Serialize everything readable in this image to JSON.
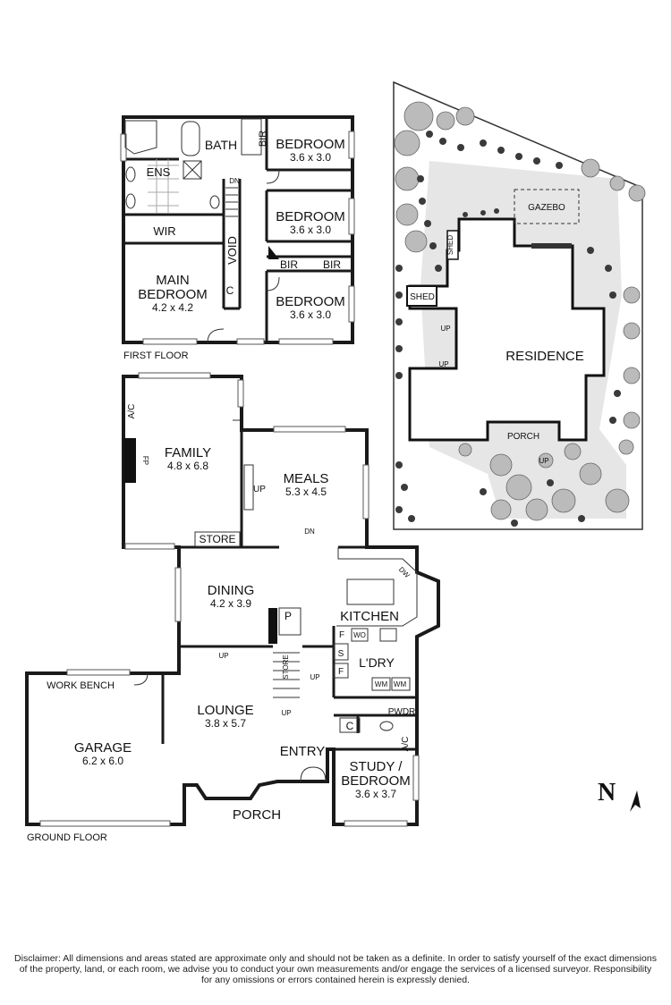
{
  "first_floor": {
    "caption": "FIRST FLOOR",
    "rooms": [
      {
        "name": "BEDROOM",
        "dims": "3.6 x 3.0"
      },
      {
        "name": "BEDROOM",
        "dims": "3.6 x 3.0"
      },
      {
        "name": "BEDROOM",
        "dims": "3.6 x 3.0"
      },
      {
        "name": "MAIN BEDROOM",
        "line1": "MAIN",
        "line2": "BEDROOM",
        "dims": "4.2 x 4.2"
      }
    ],
    "labels": {
      "bath": "BATH",
      "ens": "ENS",
      "wir": "WIR",
      "void": "VOID",
      "bir": "BIR",
      "c": "C",
      "dn": "DN"
    }
  },
  "ground_floor": {
    "caption": "GROUND FLOOR",
    "rooms": {
      "family": {
        "name": "FAMILY",
        "dims": "4.8 x 6.8"
      },
      "meals": {
        "name": "MEALS",
        "dims": "5.3 x 4.5"
      },
      "dining": {
        "name": "DINING",
        "dims": "4.2 x 3.9"
      },
      "kitchen": {
        "name": "KITCHEN"
      },
      "lounge": {
        "name": "LOUNGE",
        "dims": "3.8 x 5.7"
      },
      "garage": {
        "name": "GARAGE",
        "dims": "6.2 x 6.0"
      },
      "study": {
        "line1": "STUDY /",
        "line2": "BEDROOM",
        "dims": "3.6 x 3.7"
      },
      "laundry": {
        "name": "L'DRY"
      },
      "entry": {
        "name": "ENTRY"
      },
      "porch": {
        "name": "PORCH"
      }
    },
    "labels": {
      "store": "STORE",
      "work_bench": "WORK BENCH",
      "ac": "A/C",
      "fp": "FP",
      "up": "UP",
      "dn": "DN",
      "dw": "DW",
      "p": "P",
      "f": "F",
      "wo": "WO",
      "s": "S",
      "wm": "WM",
      "pwdr": "PWDR",
      "c": "C"
    }
  },
  "site_plan": {
    "residence": "RESIDENCE",
    "gazebo": "GAZEBO",
    "shed": "SHED",
    "porch": "PORCH",
    "up": "UP"
  },
  "north_label": "N",
  "disclaimer": [
    "Disclaimer: All dimensions and areas stated are approximate only and should not be taken as a definite. In order to satisfy yourself of the exact dimensions",
    "of the property, land, or each room, we advise you to conduct your own measurements and/or engage the services of a licensed surveyor. Responsibility",
    "for any omissions or errors contained herein is expressly denied."
  ]
}
